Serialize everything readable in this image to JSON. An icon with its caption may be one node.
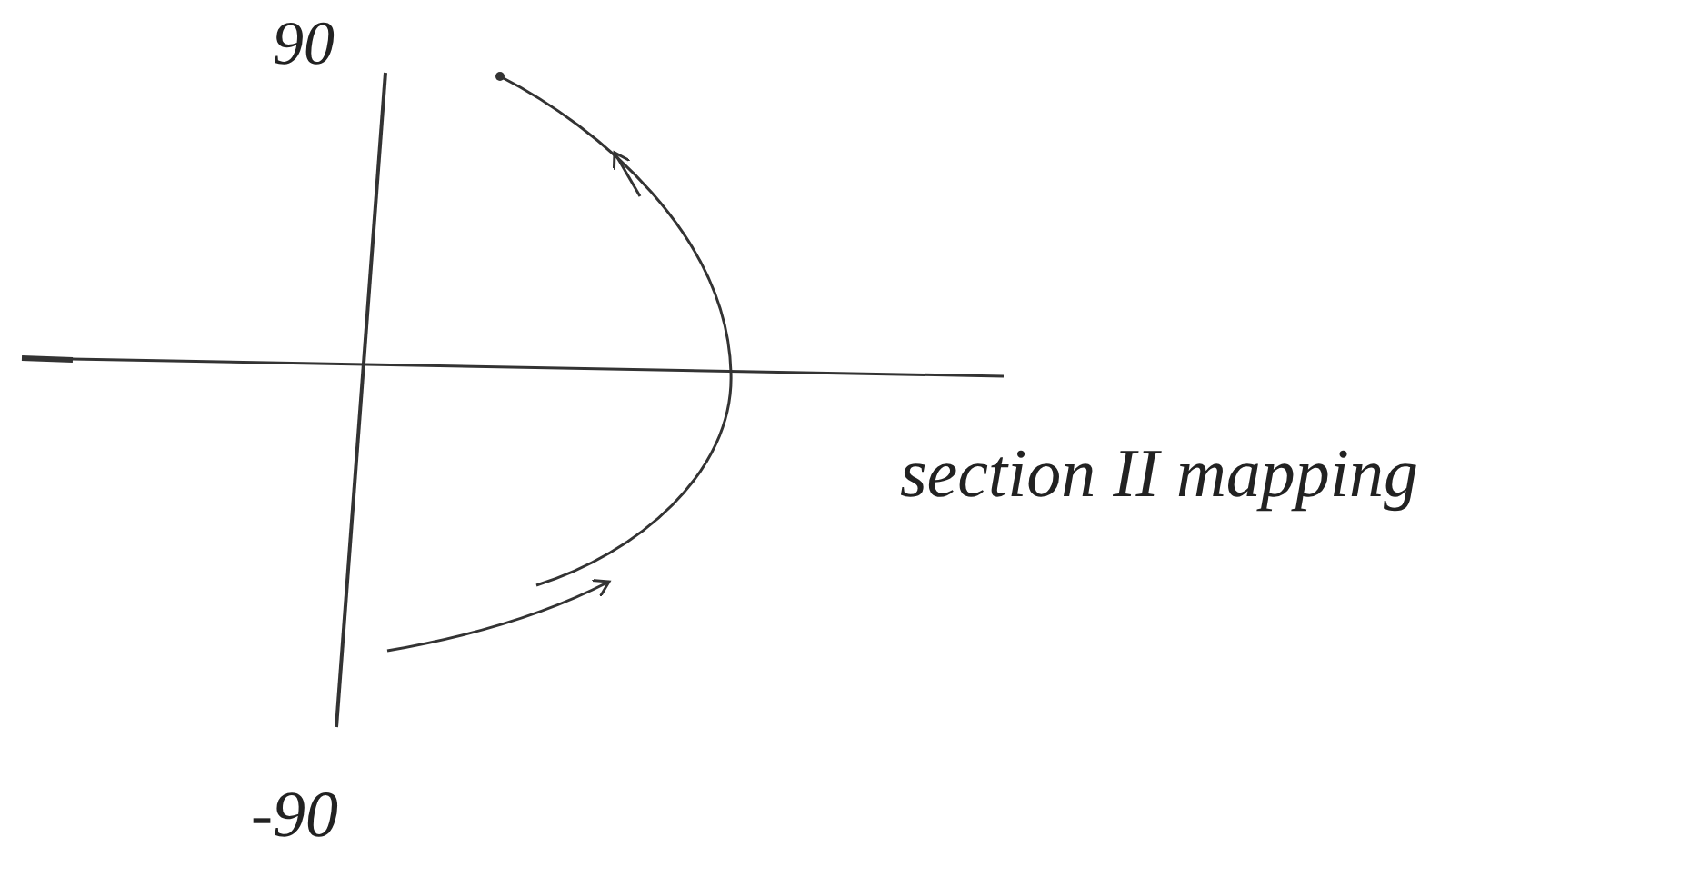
{
  "diagram": {
    "labels": [
      "90",
      "-90",
      "section II mapping"
    ]
  }
}
